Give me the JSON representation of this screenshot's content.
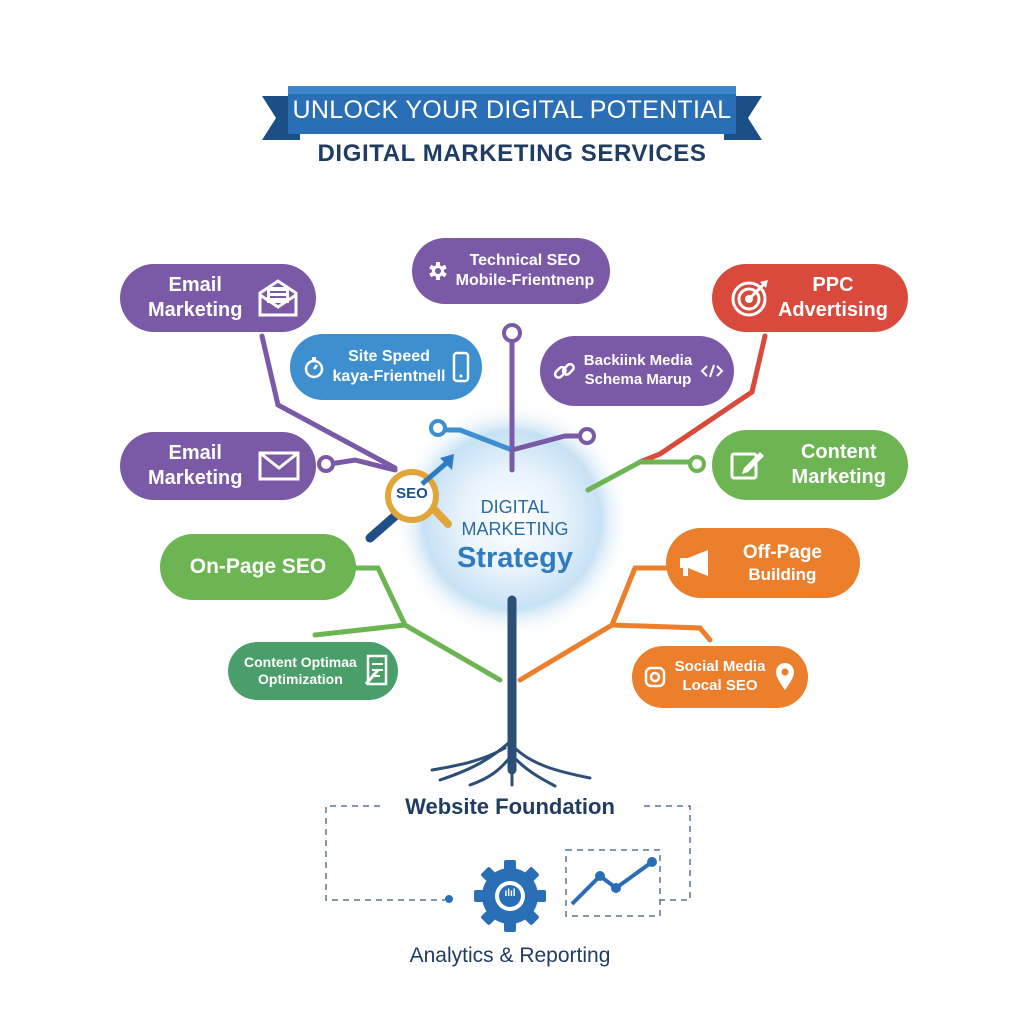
{
  "header": {
    "banner_text": "UNLOCK YOUR DIGITAL POTENTIAL",
    "subtitle": "DIGITAL MARKETING SERVICES"
  },
  "center": {
    "line1": "DIGITAL",
    "line2": "MARKETING",
    "line3": "Strategy",
    "seo_badge": "SEO"
  },
  "nodes": {
    "email_top": {
      "line1": "Email",
      "line2": "Marketing",
      "icon": "open-envelope-icon",
      "color": "#7a5aa6"
    },
    "technical_seo": {
      "line1": "Technical SEO",
      "line2": "Mobile-Frientnenp",
      "icon": "gear-icon",
      "color": "#7a5aa6"
    },
    "ppc": {
      "line1": "PPC",
      "line2": "Advertising",
      "icon": "target-icon",
      "color": "#d94a3d"
    },
    "site_speed": {
      "line1": "Site Speed",
      "line2": "kaya-Frientnell",
      "icon": "stopwatch-icon",
      "icon2": "mobile-phone-icon",
      "color": "#3d8fd0"
    },
    "backlink": {
      "line1": "Backiink Media",
      "line2": "Schema Marup",
      "icon": "link-icon",
      "icon2": "code-icon",
      "color": "#7a5aa6"
    },
    "email_mid": {
      "line1": "Email",
      "line2": "Marketing",
      "icon": "envelope-icon",
      "color": "#7a5aa6"
    },
    "content_marketing": {
      "line1": "Content",
      "line2": "Marketing",
      "icon": "edit-icon",
      "color": "#6db552"
    },
    "on_page_seo": {
      "line1": "On-Page SEO",
      "color": "#6db552"
    },
    "off_page": {
      "line1": "Off-Page",
      "line2": "Building",
      "icon": "megaphone-icon",
      "color": "#eb7f2c"
    },
    "content_opt": {
      "line1": "Content Optimaa",
      "line2": "Optimization",
      "icon": "document-icon",
      "color": "#4a9e6a"
    },
    "social_local": {
      "line1": "Social Media",
      "line2": "Local SEO",
      "icon": "instagram-icon",
      "icon2": "location-pin-icon",
      "color": "#eb7f2c"
    }
  },
  "footer": {
    "foundation": "Website Foundation",
    "analytics": "Analytics & Reporting",
    "gear_badge": "ılıl",
    "icons": [
      "gear-chart-icon",
      "line-chart-icon"
    ]
  }
}
